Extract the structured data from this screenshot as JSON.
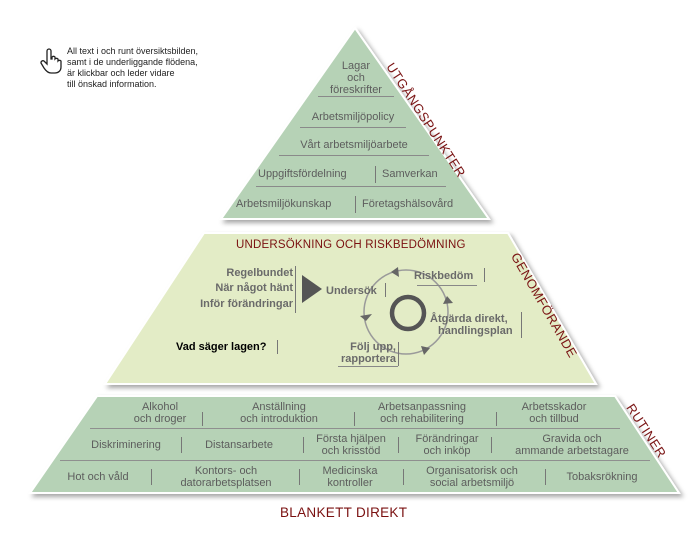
{
  "note": {
    "lines": [
      "All text i och runt översiktsbilden,",
      "samt i de underliggande flödena,",
      "är klickbar och leder vidare",
      "till önskad information."
    ],
    "icon": "pointing-hand-icon"
  },
  "top": {
    "section_label": "UTGÅNGSPUNKTER",
    "items": {
      "lagar": [
        "Lagar",
        "och",
        "föreskrifter"
      ],
      "policy": "Arbetsmiljöpolicy",
      "vart": "Vårt arbetsmiljöarbete",
      "uppgift": "Uppgiftsfördelning",
      "samverkan": "Samverkan",
      "kunskap": "Arbetsmiljökunskap",
      "fhv": "Företagshälsovård"
    },
    "color": "#b6d2b6"
  },
  "middle": {
    "section_label": "GENOMFÖRANDE",
    "title": "UNDERSÖKNING OCH RISKBEDÖMNING",
    "triggers": [
      "Regelbundet",
      "När något hänt",
      "Inför förändringar"
    ],
    "cycle": {
      "undersok": "Undersök",
      "riskbedom": "Riskbedöm",
      "atgarda": [
        "Åtgärda direkt,",
        "handlingsplan"
      ],
      "folj": [
        "Följ upp,",
        "rapportera"
      ]
    },
    "lagen": "Vad säger lagen?",
    "color": "#e3ecc6",
    "accent": "#7a1010"
  },
  "bottom": {
    "section_label": "RUTINER",
    "rows": [
      [
        [
          "Alkohol",
          "och droger"
        ],
        [
          "Anställning",
          "och introduktion"
        ],
        [
          "Arbetsanpassning",
          "och rehabilitering"
        ],
        [
          "Arbetsskador",
          "och tillbud"
        ]
      ],
      [
        [
          "Diskriminering"
        ],
        [
          "Distansarbete"
        ],
        [
          "Första hjälpen",
          "och krisstöd"
        ],
        [
          "Förändringar",
          "och inköp"
        ],
        [
          "Gravida och",
          "ammande arbetstagare"
        ]
      ],
      [
        [
          "Hot och våld"
        ],
        [
          "Kontors- och",
          "datorarbetsplatsen"
        ],
        [
          "Medicinska",
          "kontroller"
        ],
        [
          "Organisatorisk och",
          "social arbetsmiljö"
        ],
        [
          "Tobaksrökning"
        ]
      ]
    ],
    "color": "#b6d2b6"
  },
  "footer": {
    "blankett": "BLANKETT DIREKT"
  }
}
